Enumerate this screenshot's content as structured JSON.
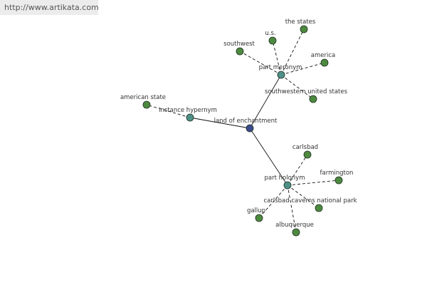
{
  "watermark": "http://www.artikata.com",
  "colors": {
    "center": "#3b4c8c",
    "relation": "#4e9088",
    "leaf": "#4d8a3f",
    "node_stroke": "#1e2e1e",
    "edge": "#111111"
  },
  "nodes": [
    {
      "id": "center",
      "label": "land of enchantment",
      "kind": "center"
    },
    {
      "id": "hyper",
      "label": "instance hypernym",
      "kind": "relation"
    },
    {
      "id": "meronym",
      "label": "part meronym",
      "kind": "relation"
    },
    {
      "id": "holonym",
      "label": "part holonym",
      "kind": "relation"
    },
    {
      "id": "american_state",
      "label": "american state",
      "kind": "leaf"
    },
    {
      "id": "southwest",
      "label": "southwest",
      "kind": "leaf"
    },
    {
      "id": "us",
      "label": "u.s.",
      "kind": "leaf"
    },
    {
      "id": "the_states",
      "label": "the states",
      "kind": "leaf"
    },
    {
      "id": "america",
      "label": "america",
      "kind": "leaf"
    },
    {
      "id": "sw_us",
      "label": "southwestern united states",
      "kind": "leaf"
    },
    {
      "id": "carlsbad",
      "label": "carlsbad",
      "kind": "leaf"
    },
    {
      "id": "farmington",
      "label": "farmington",
      "kind": "leaf"
    },
    {
      "id": "caverns",
      "label": "carlsbad caverns national park",
      "kind": "leaf"
    },
    {
      "id": "gallup",
      "label": "gallup",
      "kind": "leaf"
    },
    {
      "id": "albuquerque",
      "label": "albuquerque",
      "kind": "leaf"
    }
  ],
  "edges": [
    {
      "from": "center",
      "to": "hyper",
      "style": "solid"
    },
    {
      "from": "center",
      "to": "meronym",
      "style": "solid"
    },
    {
      "from": "center",
      "to": "holonym",
      "style": "solid"
    },
    {
      "from": "hyper",
      "to": "american_state",
      "style": "dashed"
    },
    {
      "from": "meronym",
      "to": "southwest",
      "style": "dashed"
    },
    {
      "from": "meronym",
      "to": "us",
      "style": "dashed"
    },
    {
      "from": "meronym",
      "to": "the_states",
      "style": "dashed"
    },
    {
      "from": "meronym",
      "to": "america",
      "style": "dashed"
    },
    {
      "from": "meronym",
      "to": "sw_us",
      "style": "dashed"
    },
    {
      "from": "holonym",
      "to": "carlsbad",
      "style": "dashed"
    },
    {
      "from": "holonym",
      "to": "farmington",
      "style": "dashed"
    },
    {
      "from": "holonym",
      "to": "caverns",
      "style": "dashed"
    },
    {
      "from": "holonym",
      "to": "gallup",
      "style": "dashed"
    },
    {
      "from": "holonym",
      "to": "albuquerque",
      "style": "dashed"
    }
  ]
}
